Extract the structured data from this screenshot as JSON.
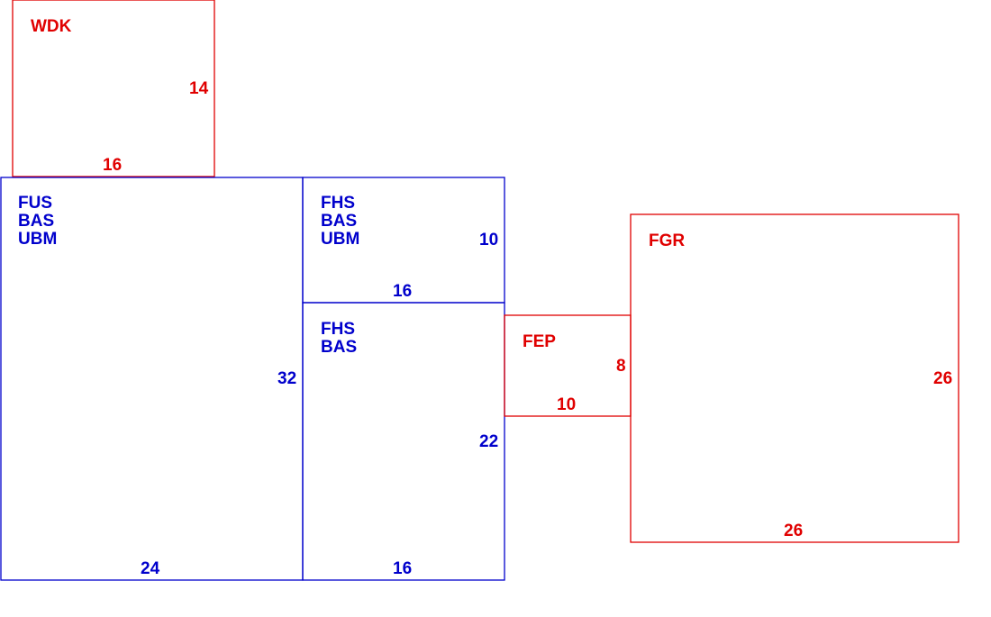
{
  "colors": {
    "detached": "#e00000",
    "main": "#0000cc"
  },
  "areas": {
    "wdk": {
      "codes": [
        "WDK"
      ],
      "width_label": "16",
      "height_label": "14",
      "color": "#e00000"
    },
    "fus": {
      "codes": [
        "FUS",
        "BAS",
        "UBM"
      ],
      "width_label": "24",
      "height_label": "32",
      "color": "#0000cc"
    },
    "fhs_upper": {
      "codes": [
        "FHS",
        "BAS",
        "UBM"
      ],
      "width_label": "16",
      "height_label": "10",
      "color": "#0000cc"
    },
    "fhs_lower": {
      "codes": [
        "FHS",
        "BAS"
      ],
      "width_label": "16",
      "height_label": "22",
      "color": "#0000cc"
    },
    "fep": {
      "codes": [
        "FEP"
      ],
      "width_label": "10",
      "height_label": "8",
      "color": "#e00000"
    },
    "fgr": {
      "codes": [
        "FGR"
      ],
      "width_label": "26",
      "height_label": "26",
      "color": "#e00000"
    }
  }
}
